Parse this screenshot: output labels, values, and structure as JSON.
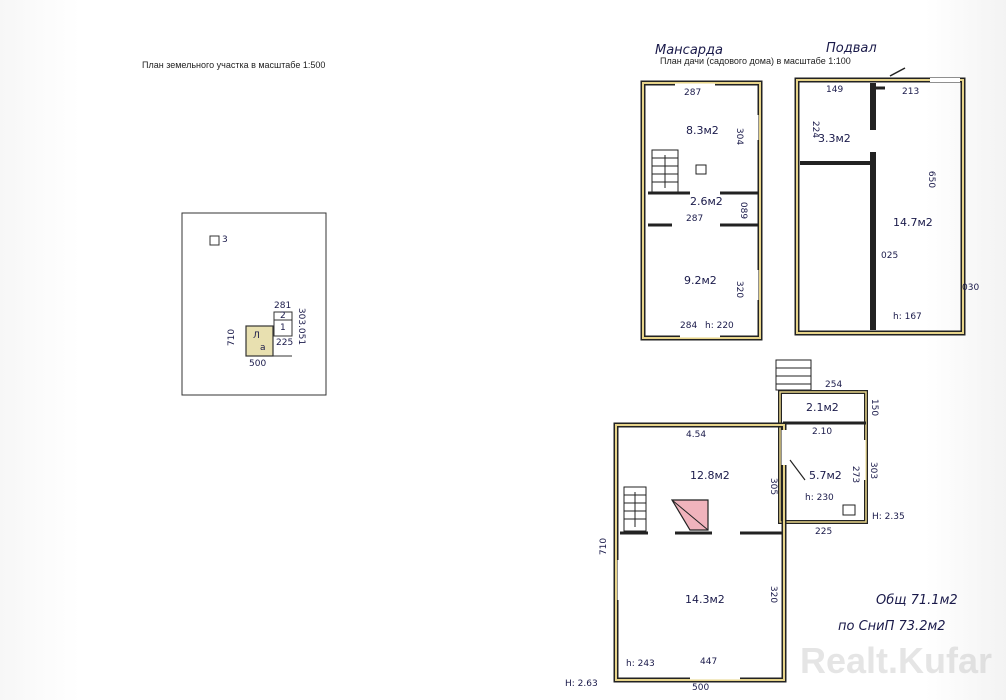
{
  "site_plan": {
    "title": "План земельного участка в масштабе 1:500",
    "outbuilding_label": "3",
    "house_label_top": "Л",
    "house_label_bottom": "а",
    "annex_numbers": [
      "2",
      "1"
    ],
    "dims": {
      "width_bottom": "500",
      "annex_top": "281",
      "annex_mid": "225",
      "annex_right": "303.051",
      "house_left": "710"
    }
  },
  "house_plan": {
    "title": "План дачи (садового дома) в масштабе 1:100"
  },
  "attic": {
    "heading": "Мансарда",
    "dims": {
      "top": "287",
      "mid": "287",
      "bottom": "284",
      "right_upper": "304",
      "right_mid": "089",
      "right_lower": "320",
      "height": "h: 220"
    },
    "rooms": [
      "8.3м2",
      "2.6м2",
      "9.2м2"
    ]
  },
  "basement": {
    "heading": "Подвал",
    "dims": {
      "top_left": "149",
      "top_right": "213",
      "left_upper": "224",
      "right": "650",
      "inner": "025",
      "right_edge": "030",
      "height": "h: 167"
    },
    "rooms": [
      "3.3м2",
      "14.7м2"
    ]
  },
  "ground_floor": {
    "dims": {
      "porch_top": "254",
      "porch_right": "150",
      "vestibule": "2.10",
      "top": "4.54",
      "right_upper": "303",
      "right_inner": "273",
      "inner_wall": "305",
      "vestibule_bottom": "225",
      "inner_right": "320",
      "bottom_inner": "447",
      "bottom": "500",
      "left": "710"
    },
    "rooms": [
      "2.1м2",
      "12.8м2",
      "5.7м2",
      "14.3м2"
    ],
    "heights": [
      "h: 230",
      "H: 2.35",
      "h: 243",
      "H: 2.63"
    ]
  },
  "totals": {
    "total_area": "Общ 71.1м2",
    "snip_area": "по СниП 73.2м2"
  },
  "watermark": "Realt.Kufar"
}
